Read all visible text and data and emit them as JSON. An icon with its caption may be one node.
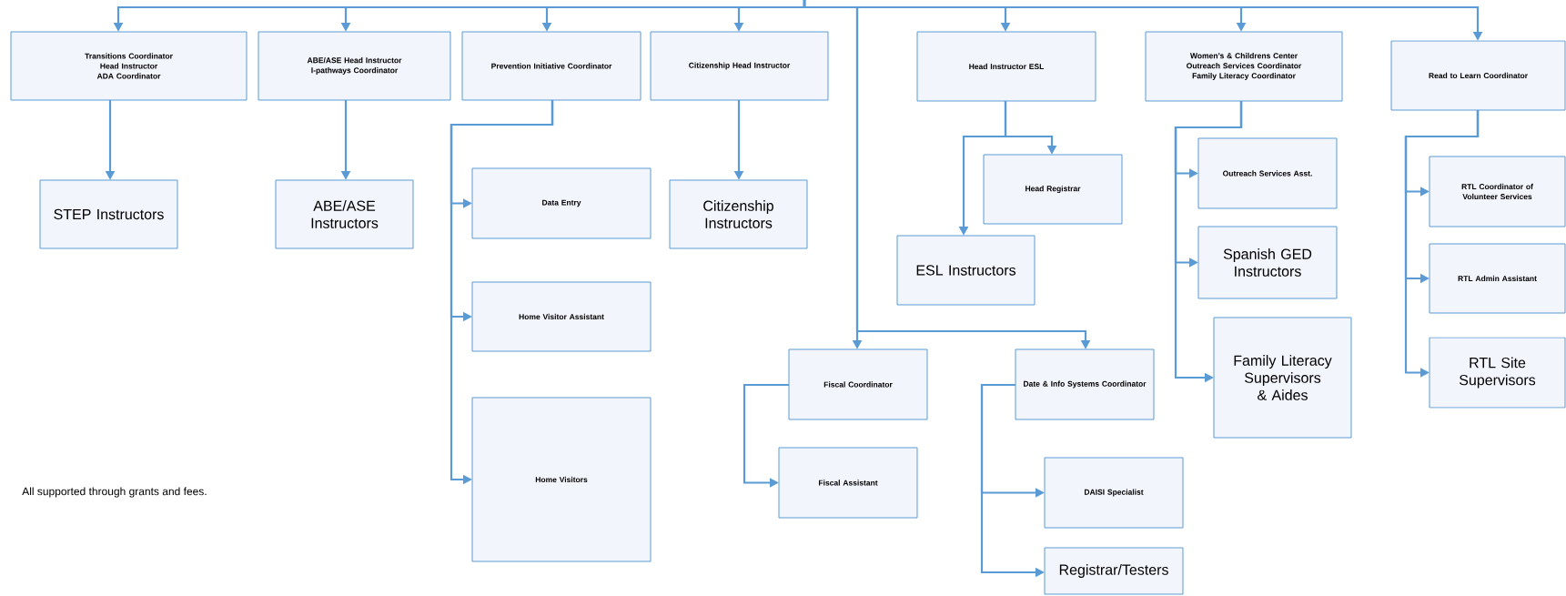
{
  "diagram": {
    "nodes": [
      {
        "text": [
          "Transitions Coordinator",
          "Head Instructor",
          "ADA Coordinator"
        ]
      },
      {
        "text": [
          "ABE/ASE Head Instructor",
          "I-pathways Coordinator"
        ]
      },
      {
        "text": [
          "Prevention Initiative Coordinator"
        ]
      },
      {
        "text": [
          "Citizenship Head Instructor"
        ]
      },
      {
        "text": [
          "Head Instructor ESL"
        ]
      },
      {
        "text": [
          "Women’s & Childrens Center",
          "Outreach Services Coordinator",
          "Family Literacy Coordinator"
        ]
      },
      {
        "text": [
          "Read to Learn Coordinator"
        ]
      },
      {
        "text": [
          "STEP Instructors"
        ]
      },
      {
        "text": [
          "ABE/ASE Instructors"
        ]
      },
      {
        "text": [
          "Data Entry"
        ]
      },
      {
        "text": [
          "Home Visitor Assistant"
        ]
      },
      {
        "text": [
          "Home Visitors"
        ]
      },
      {
        "text": [
          "Citizenship Instructors"
        ]
      },
      {
        "text": [
          "Head Registrar"
        ]
      },
      {
        "text": [
          "ESL Instructors"
        ]
      },
      {
        "text": [
          "Outreach Services Asst."
        ]
      },
      {
        "text": [
          "Spanish GED Instructors"
        ]
      },
      {
        "text": [
          "Family Literacy Supervisors & Aides"
        ]
      },
      {
        "text": [
          "RTL Coordinator of Volunteer Services"
        ]
      },
      {
        "text": [
          "RTL Admin Assistant"
        ]
      },
      {
        "text": [
          "RTL Site Supervisors"
        ]
      },
      {
        "text": [
          "Fiscal Coordinator"
        ]
      },
      {
        "text": [
          "Fiscal Assistant"
        ]
      },
      {
        "text": [
          "Date & Info Systems Coordinator"
        ]
      },
      {
        "text": [
          "DAISI Specialist"
        ]
      },
      {
        "text": [
          "Registrar/Testers"
        ]
      }
    ],
    "edges": [
      {
        "from": null,
        "to": 0,
        "arrow": "to"
      },
      {
        "from": null,
        "to": 1,
        "arrow": "to"
      },
      {
        "from": null,
        "to": 2,
        "arrow": "to"
      },
      {
        "from": null,
        "to": 3,
        "arrow": "to"
      },
      {
        "from": null,
        "to": 4,
        "arrow": "to"
      },
      {
        "from": null,
        "to": 5,
        "arrow": "to"
      },
      {
        "from": null,
        "to": 6,
        "arrow": "to"
      },
      {
        "from": 0,
        "to": 7,
        "arrow": "to"
      },
      {
        "from": 1,
        "to": 8,
        "arrow": "to"
      },
      {
        "from": 2,
        "to": 9,
        "arrow": "to"
      },
      {
        "from": 2,
        "to": 10,
        "arrow": "to"
      },
      {
        "from": 2,
        "to": 11,
        "arrow": "to"
      },
      {
        "from": 3,
        "to": 12,
        "arrow": "to"
      },
      {
        "from": 4,
        "to": 13,
        "arrow": "to"
      },
      {
        "from": 4,
        "to": 14,
        "arrow": "to"
      },
      {
        "from": 5,
        "to": 15,
        "arrow": "to"
      },
      {
        "from": 5,
        "to": 16,
        "arrow": "to"
      },
      {
        "from": 5,
        "to": 17,
        "arrow": "to"
      },
      {
        "from": 6,
        "to": 18,
        "arrow": "to"
      },
      {
        "from": 6,
        "to": 19,
        "arrow": "to"
      },
      {
        "from": 6,
        "to": 20,
        "arrow": "to"
      },
      {
        "from": null,
        "to": 21,
        "arrow": "to"
      },
      {
        "from": null,
        "to": 23,
        "arrow": "to"
      },
      {
        "from": 21,
        "to": 22,
        "arrow": "to"
      },
      {
        "from": 23,
        "to": 24,
        "arrow": "to"
      },
      {
        "from": 23,
        "to": 25,
        "arrow": "to"
      }
    ],
    "labels": [
      "All supported through grants and fees."
    ]
  }
}
